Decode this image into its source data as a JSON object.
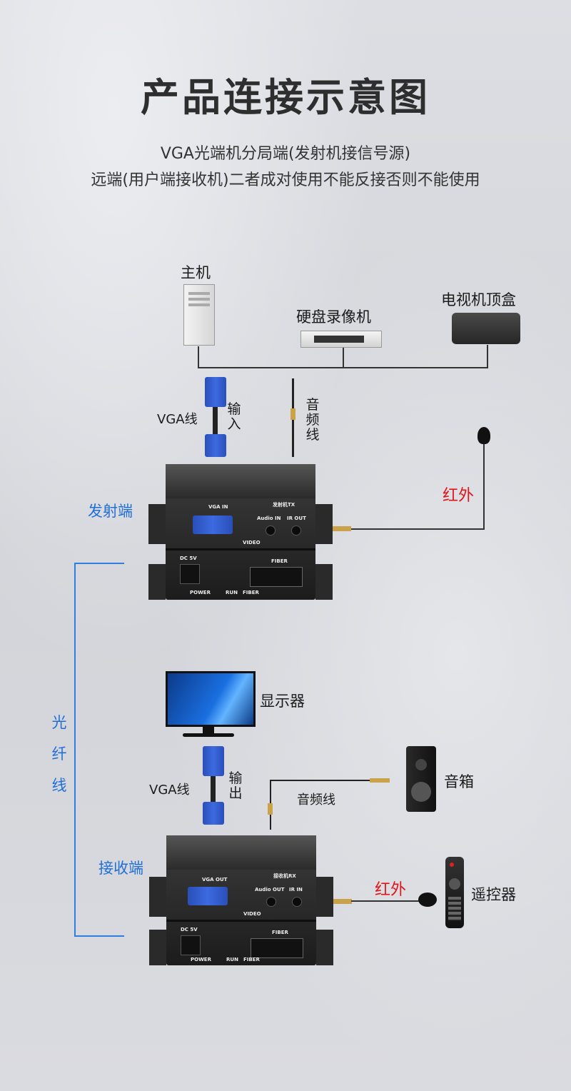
{
  "title": "产品连接示意图",
  "subtitle_line1": "VGA光端机分局端(发射机接信号源)",
  "subtitle_line2": "远端(用户端接收机)二者成对使用不能反接否则不能使用",
  "labels": {
    "host": "主机",
    "nvr": "硬盘录像机",
    "stb": "电视机顶盒",
    "vga_cable_top": "VGA线",
    "input": "输入",
    "audio_cable_v": "音频线",
    "ir_top": "红外",
    "transmitter": "发射端",
    "fiber_cable": "光纤线",
    "monitor": "显示器",
    "vga_cable_bottom": "VGA线",
    "output": "输出",
    "audio_cable_h": "音频线",
    "speaker": "音箱",
    "receiver": "接收端",
    "ir_bottom": "红外",
    "remote": "遥控器"
  },
  "tx_panel": {
    "vga": "VGA IN",
    "audio": "Audio IN",
    "ir": "IR OUT",
    "video": "VIDEO",
    "dc": "DC 5V",
    "fiber": "FIBER",
    "power": "POWER",
    "run": "RUN",
    "fiber_led": "FIBER",
    "model": "发射机TX"
  },
  "rx_panel": {
    "vga": "VGA OUT",
    "audio": "Audio OUT",
    "ir": "IR IN",
    "video": "VIDEO",
    "dc": "DC 5V",
    "fiber": "FIBER",
    "power": "POWER",
    "run": "RUN",
    "fiber_led": "FIBER",
    "model": "接收机RX"
  },
  "colors": {
    "fiber_line": "#2f7ee0",
    "ir_text": "#e0141b",
    "side_label": "#1f6fd6"
  }
}
